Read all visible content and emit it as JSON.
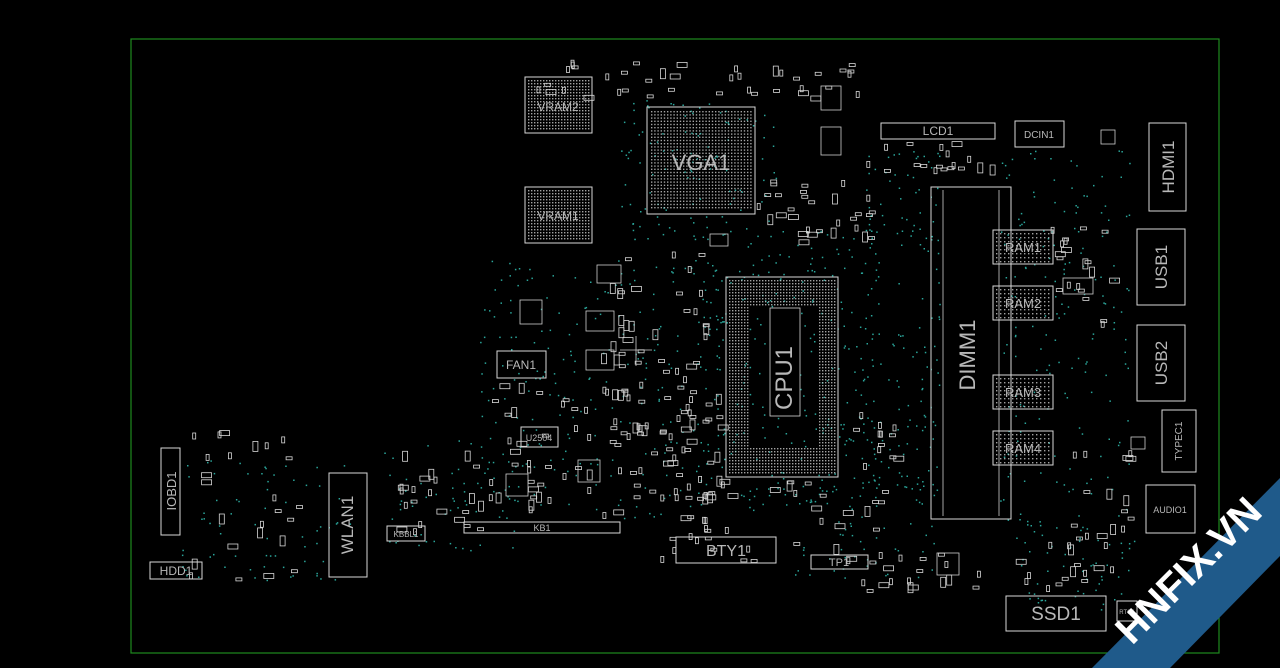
{
  "board": {
    "outline_color": "#1f8a1f",
    "part_color": "#d8d8d8",
    "via_color": "#2aa59a",
    "labels": {
      "vram2": "VRAM2",
      "vram1": "VRAM1",
      "vga1": "VGA1",
      "lcd1": "LCD1",
      "dcin1": "DCIN1",
      "hdmi1": "HDMI1",
      "usb1": "USB1",
      "usb2": "USB2",
      "typec1": "TYPEC1",
      "audio1": "AUDIO1",
      "dimm1": "DIMM1",
      "ram1": "RAM1",
      "ram2": "RAM2",
      "ram3": "RAM3",
      "ram4": "RAM4",
      "cpu1": "CPU1",
      "fan1": "FAN1",
      "u2504": "U2504",
      "kb1": "KB1",
      "kbbl1": "KBBL1",
      "wlan1": "WLAN1",
      "iobd1": "IOBD1",
      "hdd1": "HDD1",
      "bty1": "BTY1",
      "tp1": "TP1",
      "ssd1": "SSD1",
      "rtc1": "RTC1"
    }
  },
  "watermark": {
    "text": "HNFIX.VN",
    "color": "#1f5a8a"
  }
}
